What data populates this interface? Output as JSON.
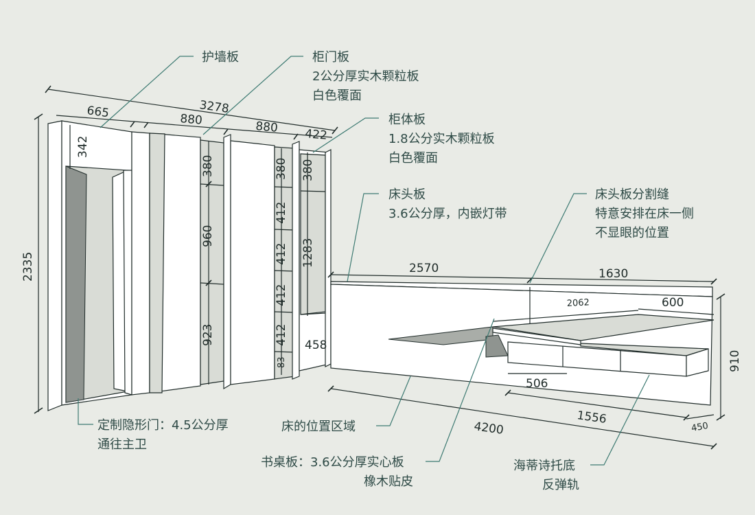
{
  "colors": {
    "background": "#e9ebe6",
    "leader": "#3d7a72",
    "label": "#2e4a46",
    "linework": "#1f2b29"
  },
  "labels": {
    "wall_panel": "护墙板",
    "cabinet_door": [
      "柜门板",
      "2公分厚实木颗粒板",
      "白色覆面"
    ],
    "cabinet_body": [
      "柜体板",
      "1.8公分实木颗粒板",
      "白色覆面"
    ],
    "headboard": [
      "床头板",
      "3.6公分厚，内嵌灯带"
    ],
    "headboard_seam": [
      "床头板分割缝",
      "特意安排在床一侧",
      "不显眼的位置"
    ],
    "hidden_door": [
      "定制隐形门：4.5公分厚",
      "通往主卫"
    ],
    "bed_area": "床的位置区域",
    "desk_board": [
      "书桌板：3.6公分厚实心板",
      "橡木贴皮"
    ],
    "drawer_rail": [
      "海蒂诗托底",
      "反弹轨"
    ]
  },
  "dimensions": {
    "total_width": "3278",
    "door_width": "665",
    "wardrobe_1": "880",
    "wardrobe_2": "880",
    "shelf_unit": "422",
    "lintel": "342",
    "total_height": "2335",
    "w1_top": "380",
    "w1_mid": "960",
    "w1_low": "923",
    "w2_shelves": [
      "380",
      "412",
      "412",
      "412",
      "412",
      "83"
    ],
    "shelf_top": "380",
    "shelf_mid": "1283",
    "shelf_low": "458",
    "headboard_len": "2570",
    "headboard_right": "1630",
    "desk_len": "2062",
    "desk_depth": "600",
    "headboard_height": "910",
    "drawer_width": "506",
    "desk_base": "1556",
    "bed_length": "4200",
    "side_depth": "450"
  }
}
